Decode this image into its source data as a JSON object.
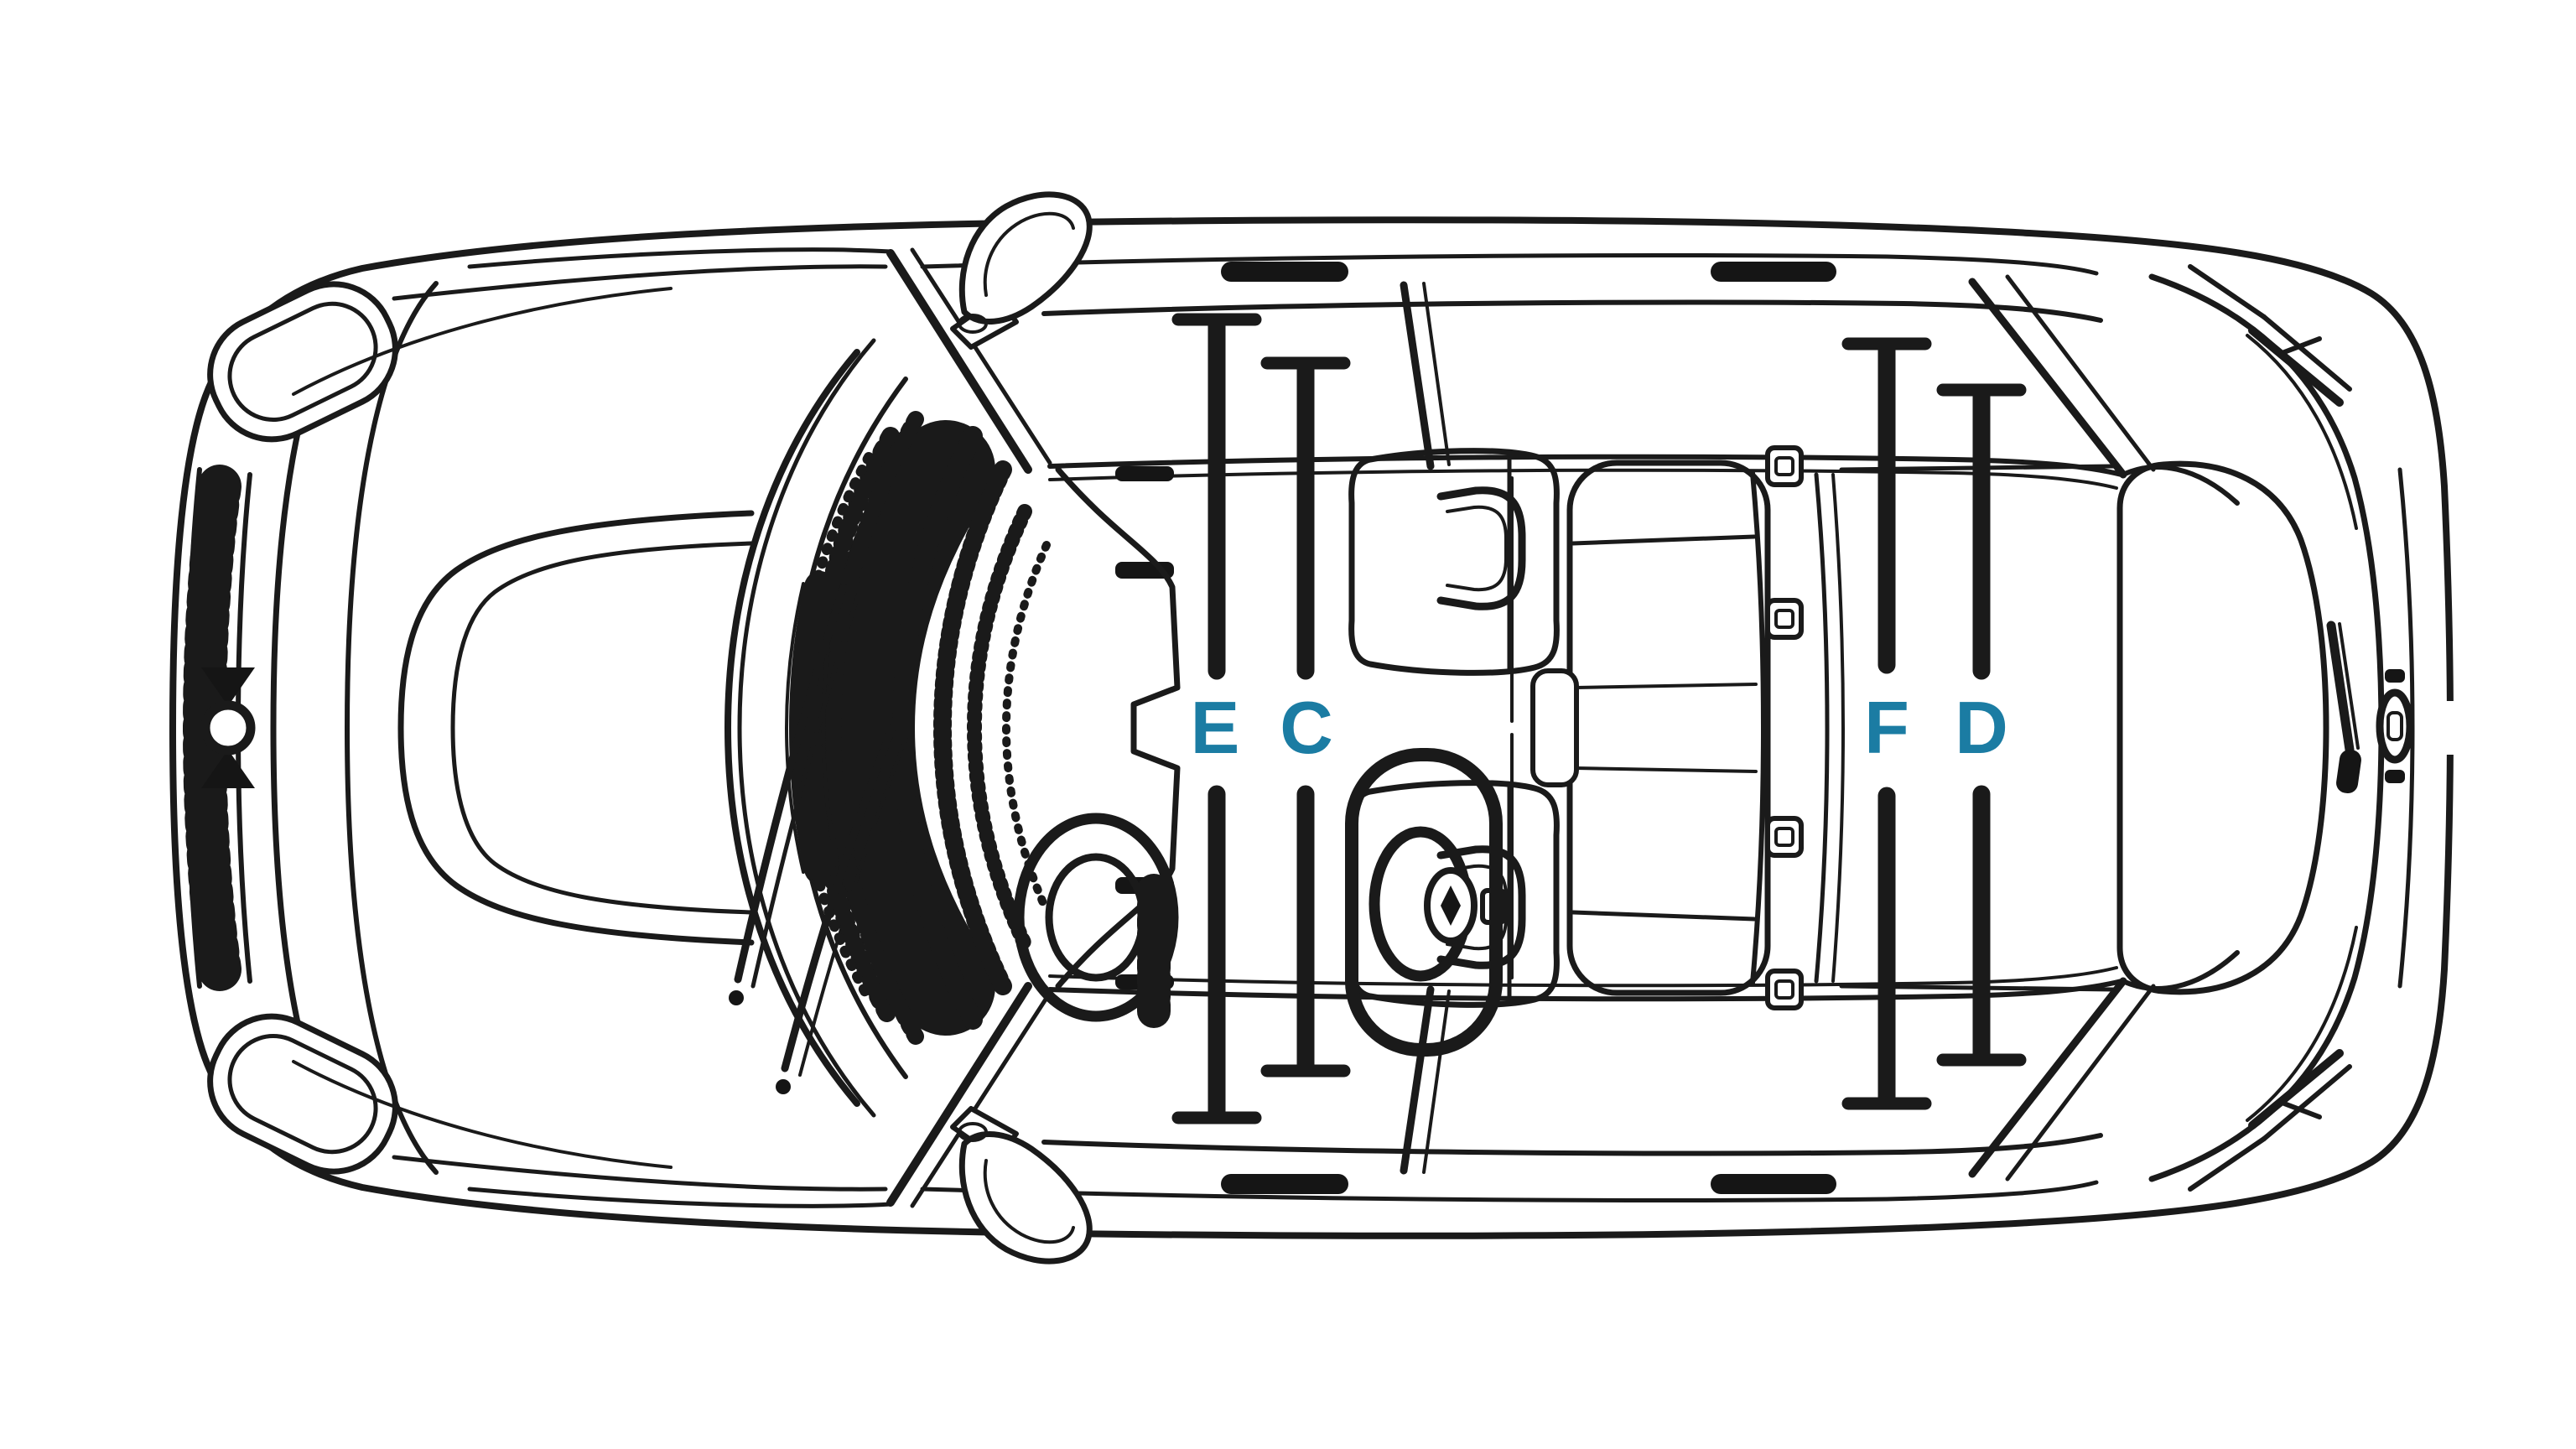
{
  "diagram": {
    "name": "vehicle-top-view-dimension-diagram",
    "background_color": "#ffffff",
    "line_color": "#1a1a1a",
    "accent_color": "#1b7ca3",
    "vehicle_icon": "car-top-view-line-art",
    "front_badge_icon": "mini-winged-badge",
    "rear_badge_icon": "mini-winged-badge"
  },
  "dimension_markers": [
    {
      "label": "E"
    },
    {
      "label": "C"
    },
    {
      "label": "F"
    },
    {
      "label": "D"
    }
  ]
}
